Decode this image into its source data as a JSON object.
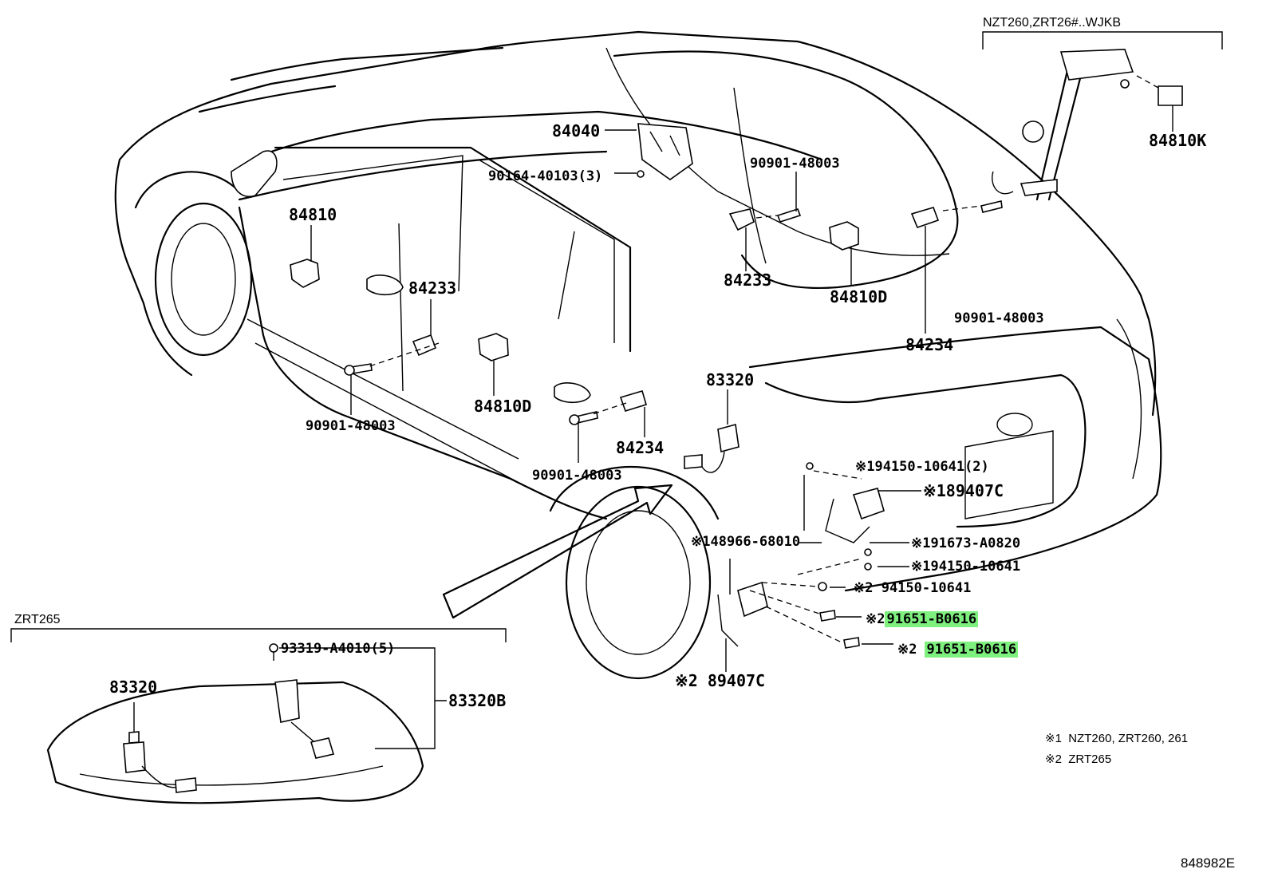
{
  "labels": {
    "nzt_variant": "NZT260,ZRT26#..WJKB",
    "p84040": "84040",
    "p90164": "90164-40103(3)",
    "p90901_a": "90901-48003",
    "p84810k": "84810K",
    "p84810": "84810",
    "p84233_a": "84233",
    "p84233_b": "84233",
    "p84810d_a": "84810D",
    "p84810d_b": "84810D",
    "p90901_b": "90901-48003",
    "p84234_a": "84234",
    "p84234_b": "84234",
    "p90901_c": "90901-48003",
    "p83320_a": "83320",
    "p90901_d": "90901-48003",
    "r94150_2": "※194150-10641(2)",
    "r89407c_1": "※189407C",
    "r48966": "※148966-68010",
    "r91673": "※191673-A0820",
    "r94150_1": "※194150-10641",
    "r94150_zrt": "※2 94150-10641",
    "r91651_a_prefix": "※2",
    "r91651_a": "91651-B0616",
    "r91651_b_prefix": "※2",
    "r91651_b": "91651-B0616",
    "r89407c_2": "※2 89407C",
    "zrt265": "ZRT265",
    "p93319": "93319-A4010(5)",
    "p83320_b": "83320",
    "p83320b": "83320B",
    "figure_id": "848982E"
  },
  "legend": [
    {
      "mark": "※1",
      "text": "NZT260, ZRT260, 261"
    },
    {
      "mark": "※2",
      "text": "ZRT265"
    }
  ],
  "colors": {
    "highlight": "#7ef07e",
    "ink": "#000000"
  }
}
